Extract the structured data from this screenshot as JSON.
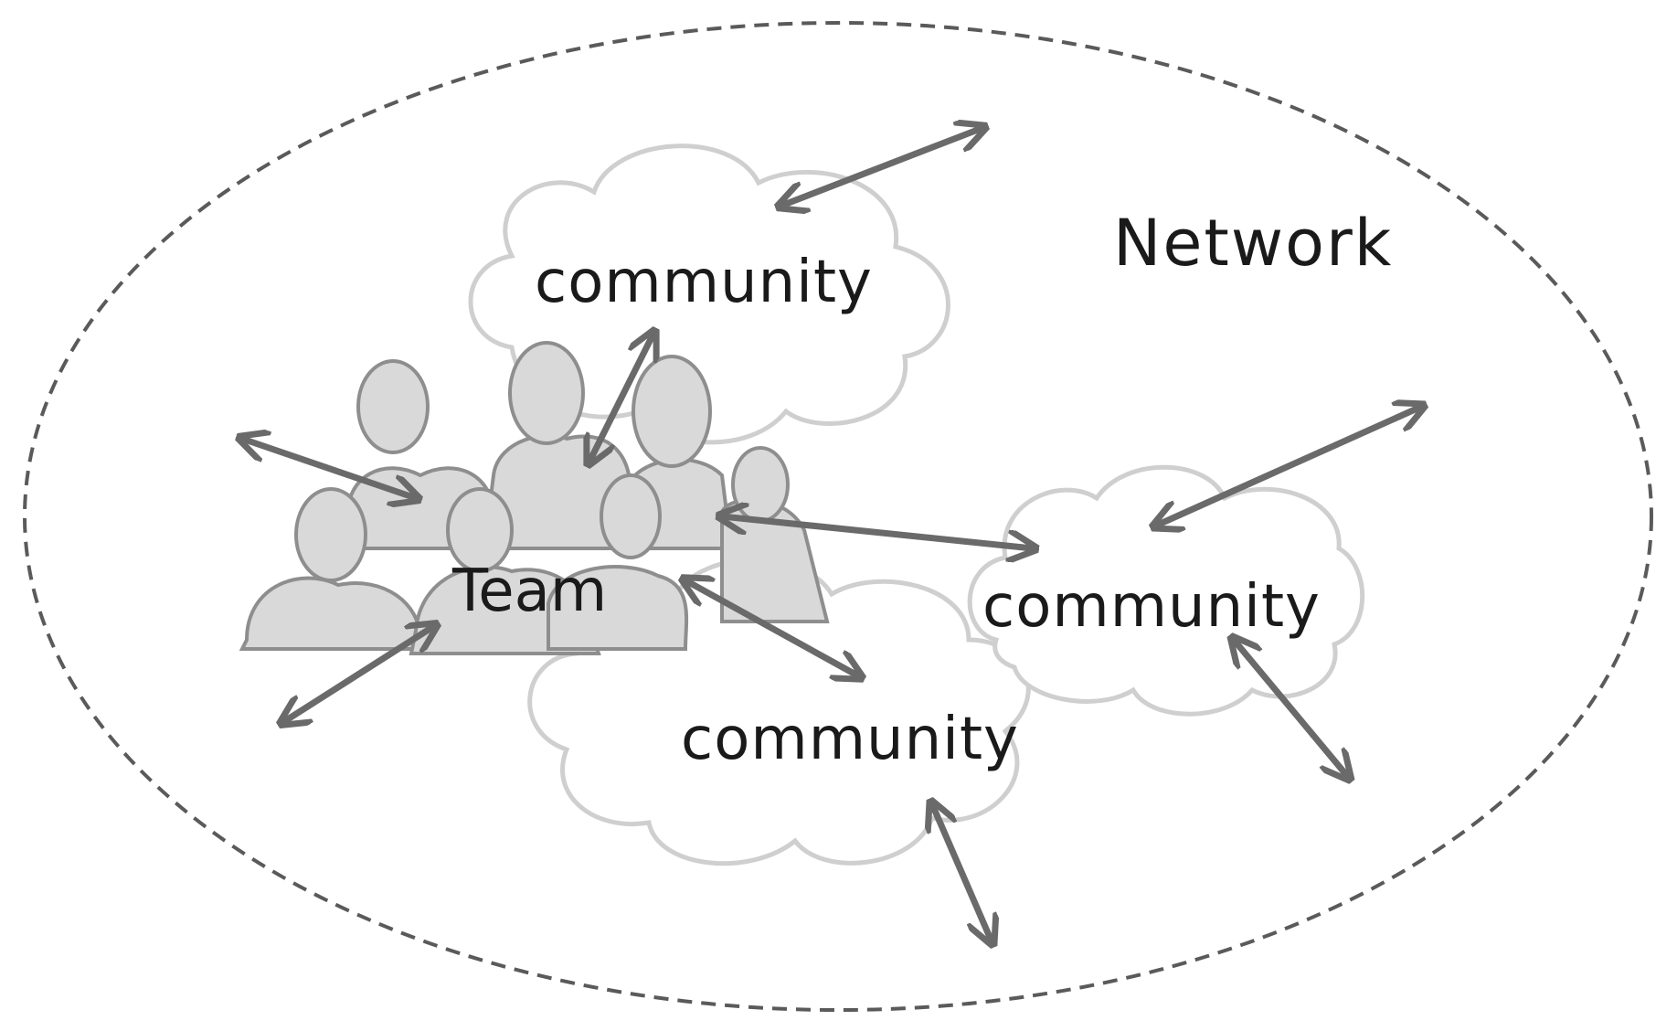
{
  "diagram": {
    "labels": {
      "network": "Network",
      "team": "Team",
      "community_top": "community",
      "community_right": "community",
      "community_bottom": "community"
    },
    "colors": {
      "outline": "#5a5a5a",
      "arrow": "#6a6a6a",
      "person_fill": "#d9d9d9",
      "cloud_stroke": "#cfcfcf"
    }
  }
}
